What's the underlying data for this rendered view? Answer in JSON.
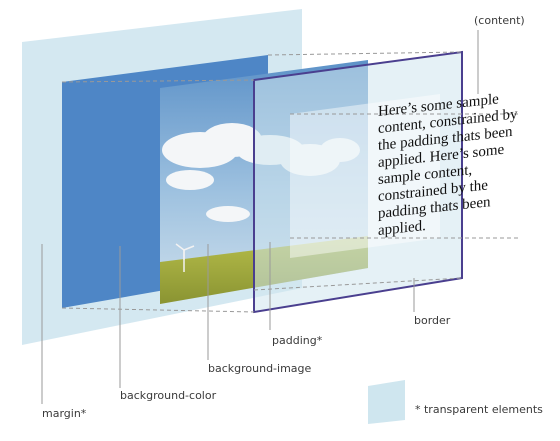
{
  "labels": {
    "content": "(content)",
    "border": "border",
    "padding": "padding*",
    "background_image": "background-image",
    "background_color": "background-color",
    "margin": "margin*",
    "transparent": "* transparent elements"
  },
  "content_text": "Here’s some sample content, constrained by the padding thats been applied. Here’s some sample content, constrained by the padding thats been applied.",
  "colors": {
    "margin": "#cfe6ef",
    "background_color": "#4e86c6",
    "border": "#4a3f8f",
    "padding": "#cfe6ef",
    "sky_top": "#5e93c9",
    "field": "#c9c64a",
    "leader_line": "#9a9a9a"
  },
  "icons": [
    "cloud-icon",
    "wind-turbine-icon"
  ]
}
